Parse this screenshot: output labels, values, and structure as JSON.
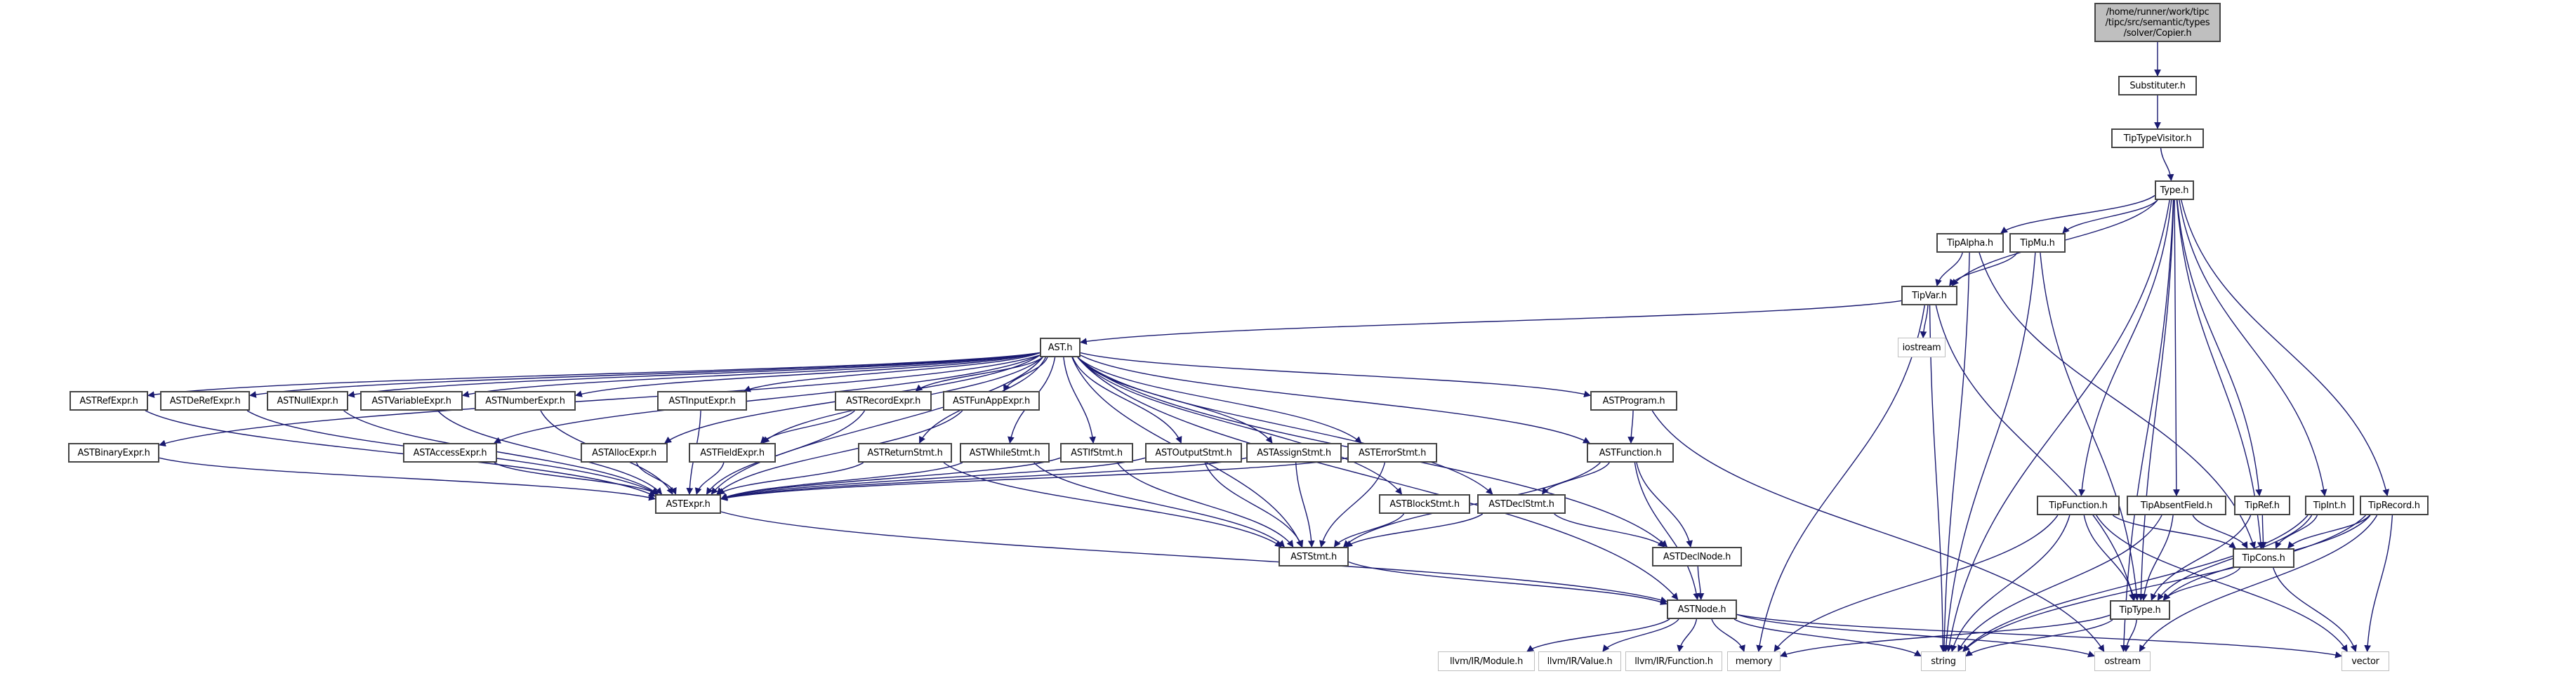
{
  "graph": {
    "title": "Include dependency graph",
    "colors": {
      "edge": "#191970",
      "node_border": "#404040",
      "root_fill": "#bfbfbf",
      "external_border": "#bfbfbf"
    },
    "nodes": [
      {
        "id": "copier",
        "label": "/home/runner/work/tipc\n/tipc/src/semantic/types\n/solver/Copier.h",
        "kind": "root"
      },
      {
        "id": "substituter",
        "label": "Substituter.h",
        "kind": "file"
      },
      {
        "id": "tiptypevisitor",
        "label": "TipTypeVisitor.h",
        "kind": "file"
      },
      {
        "id": "type",
        "label": "Type.h",
        "kind": "file"
      },
      {
        "id": "tipalpha",
        "label": "TipAlpha.h",
        "kind": "file"
      },
      {
        "id": "tipmu",
        "label": "TipMu.h",
        "kind": "file"
      },
      {
        "id": "tipvar",
        "label": "TipVar.h",
        "kind": "file"
      },
      {
        "id": "iostream",
        "label": "iostream",
        "kind": "external"
      },
      {
        "id": "ast",
        "label": "AST.h",
        "kind": "file"
      },
      {
        "id": "astrefexpr",
        "label": "ASTRefExpr.h",
        "kind": "file"
      },
      {
        "id": "astderefexpr",
        "label": "ASTDeRefExpr.h",
        "kind": "file"
      },
      {
        "id": "astnullexpr",
        "label": "ASTNullExpr.h",
        "kind": "file"
      },
      {
        "id": "astvariableexpr",
        "label": "ASTVariableExpr.h",
        "kind": "file"
      },
      {
        "id": "astnumberexpr",
        "label": "ASTNumberExpr.h",
        "kind": "file"
      },
      {
        "id": "astinputexpr",
        "label": "ASTInputExpr.h",
        "kind": "file"
      },
      {
        "id": "astrecordexpr",
        "label": "ASTRecordExpr.h",
        "kind": "file"
      },
      {
        "id": "astfunappexpr",
        "label": "ASTFunAppExpr.h",
        "kind": "file"
      },
      {
        "id": "astprogram",
        "label": "ASTProgram.h",
        "kind": "file"
      },
      {
        "id": "astbinaryexpr",
        "label": "ASTBinaryExpr.h",
        "kind": "file"
      },
      {
        "id": "astaccessexpr",
        "label": "ASTAccessExpr.h",
        "kind": "file"
      },
      {
        "id": "astallocexpr",
        "label": "ASTAllocExpr.h",
        "kind": "file"
      },
      {
        "id": "astfieldexpr",
        "label": "ASTFieldExpr.h",
        "kind": "file"
      },
      {
        "id": "astreturnstmt",
        "label": "ASTReturnStmt.h",
        "kind": "file"
      },
      {
        "id": "astwhilestmt",
        "label": "ASTWhileStmt.h",
        "kind": "file"
      },
      {
        "id": "astifstmt",
        "label": "ASTIfStmt.h",
        "kind": "file"
      },
      {
        "id": "astoutputstmt",
        "label": "ASTOutputStmt.h",
        "kind": "file"
      },
      {
        "id": "astassignstmt",
        "label": "ASTAssignStmt.h",
        "kind": "file"
      },
      {
        "id": "asterrorstmt",
        "label": "ASTErrorStmt.h",
        "kind": "file"
      },
      {
        "id": "astfunction",
        "label": "ASTFunction.h",
        "kind": "file"
      },
      {
        "id": "astexpr",
        "label": "ASTExpr.h",
        "kind": "file"
      },
      {
        "id": "astblockstmt",
        "label": "ASTBlockStmt.h",
        "kind": "file"
      },
      {
        "id": "astdeclstmt",
        "label": "ASTDeclStmt.h",
        "kind": "file"
      },
      {
        "id": "aststmt",
        "label": "ASTStmt.h",
        "kind": "file"
      },
      {
        "id": "astdeclnode",
        "label": "ASTDeclNode.h",
        "kind": "file"
      },
      {
        "id": "astnode",
        "label": "ASTNode.h",
        "kind": "file"
      },
      {
        "id": "tipfunction",
        "label": "TipFunction.h",
        "kind": "file"
      },
      {
        "id": "tipabsentfield",
        "label": "TipAbsentField.h",
        "kind": "file"
      },
      {
        "id": "tipref",
        "label": "TipRef.h",
        "kind": "file"
      },
      {
        "id": "tipint",
        "label": "TipInt.h",
        "kind": "file"
      },
      {
        "id": "tiprecord",
        "label": "TipRecord.h",
        "kind": "file"
      },
      {
        "id": "tipcons",
        "label": "TipCons.h",
        "kind": "file"
      },
      {
        "id": "tiptype",
        "label": "TipType.h",
        "kind": "file"
      },
      {
        "id": "llvm_module",
        "label": "llvm/IR/Module.h",
        "kind": "external"
      },
      {
        "id": "llvm_value",
        "label": "llvm/IR/Value.h",
        "kind": "external"
      },
      {
        "id": "llvm_function",
        "label": "llvm/IR/Function.h",
        "kind": "external"
      },
      {
        "id": "memory",
        "label": "memory",
        "kind": "external"
      },
      {
        "id": "string",
        "label": "string",
        "kind": "external"
      },
      {
        "id": "ostream",
        "label": "ostream",
        "kind": "external"
      },
      {
        "id": "vector",
        "label": "vector",
        "kind": "external"
      }
    ],
    "edges": [
      [
        "copier",
        "substituter"
      ],
      [
        "substituter",
        "tiptypevisitor"
      ],
      [
        "tiptypevisitor",
        "type"
      ],
      [
        "type",
        "tipalpha"
      ],
      [
        "type",
        "tipmu"
      ],
      [
        "type",
        "tipvar"
      ],
      [
        "type",
        "tipfunction"
      ],
      [
        "type",
        "tipabsentfield"
      ],
      [
        "type",
        "tipref"
      ],
      [
        "type",
        "tipint"
      ],
      [
        "type",
        "tiprecord"
      ],
      [
        "type",
        "tiptype"
      ],
      [
        "type",
        "string"
      ],
      [
        "type",
        "ostream"
      ],
      [
        "type",
        "tipcons"
      ],
      [
        "tipalpha",
        "tipvar"
      ],
      [
        "tipalpha",
        "string"
      ],
      [
        "tipalpha",
        "tipcons"
      ],
      [
        "tipmu",
        "tipvar"
      ],
      [
        "tipmu",
        "tiptype"
      ],
      [
        "tipmu",
        "string"
      ],
      [
        "tipvar",
        "ast"
      ],
      [
        "tipvar",
        "iostream"
      ],
      [
        "tipvar",
        "string"
      ],
      [
        "tipvar",
        "tiptype"
      ],
      [
        "tipvar",
        "memory"
      ],
      [
        "ast",
        "astrefexpr"
      ],
      [
        "ast",
        "astderefexpr"
      ],
      [
        "ast",
        "astnullexpr"
      ],
      [
        "ast",
        "astvariableexpr"
      ],
      [
        "ast",
        "astnumberexpr"
      ],
      [
        "ast",
        "astinputexpr"
      ],
      [
        "ast",
        "astrecordexpr"
      ],
      [
        "ast",
        "astfunappexpr"
      ],
      [
        "ast",
        "astprogram"
      ],
      [
        "ast",
        "astbinaryexpr"
      ],
      [
        "ast",
        "astaccessexpr"
      ],
      [
        "ast",
        "astallocexpr"
      ],
      [
        "ast",
        "astfieldexpr"
      ],
      [
        "ast",
        "astreturnstmt"
      ],
      [
        "ast",
        "astwhilestmt"
      ],
      [
        "ast",
        "astifstmt"
      ],
      [
        "ast",
        "astoutputstmt"
      ],
      [
        "ast",
        "astassignstmt"
      ],
      [
        "ast",
        "asterrorstmt"
      ],
      [
        "ast",
        "astfunction"
      ],
      [
        "ast",
        "astblockstmt"
      ],
      [
        "ast",
        "astdeclstmt"
      ],
      [
        "ast",
        "astdeclnode"
      ],
      [
        "ast",
        "astnode"
      ],
      [
        "ast",
        "astexpr"
      ],
      [
        "ast",
        "aststmt"
      ],
      [
        "astrefexpr",
        "astexpr"
      ],
      [
        "astderefexpr",
        "astexpr"
      ],
      [
        "astnullexpr",
        "astexpr"
      ],
      [
        "astvariableexpr",
        "astexpr"
      ],
      [
        "astnumberexpr",
        "astexpr"
      ],
      [
        "astinputexpr",
        "astexpr"
      ],
      [
        "astrecordexpr",
        "astexpr"
      ],
      [
        "astrecordexpr",
        "astfieldexpr"
      ],
      [
        "astfunappexpr",
        "astexpr"
      ],
      [
        "astbinaryexpr",
        "astexpr"
      ],
      [
        "astaccessexpr",
        "astexpr"
      ],
      [
        "astallocexpr",
        "astexpr"
      ],
      [
        "astfieldexpr",
        "astexpr"
      ],
      [
        "astreturnstmt",
        "astexpr"
      ],
      [
        "astreturnstmt",
        "aststmt"
      ],
      [
        "astwhilestmt",
        "astexpr"
      ],
      [
        "astwhilestmt",
        "aststmt"
      ],
      [
        "astifstmt",
        "astexpr"
      ],
      [
        "astifstmt",
        "aststmt"
      ],
      [
        "astoutputstmt",
        "astexpr"
      ],
      [
        "astoutputstmt",
        "aststmt"
      ],
      [
        "astassignstmt",
        "astexpr"
      ],
      [
        "astassignstmt",
        "aststmt"
      ],
      [
        "asterrorstmt",
        "astexpr"
      ],
      [
        "asterrorstmt",
        "aststmt"
      ],
      [
        "astprogram",
        "astfunction"
      ],
      [
        "astprogram",
        "ostream"
      ],
      [
        "astfunction",
        "astdeclstmt"
      ],
      [
        "astfunction",
        "aststmt"
      ],
      [
        "astfunction",
        "astdeclnode"
      ],
      [
        "astfunction",
        "astnode"
      ],
      [
        "astblockstmt",
        "aststmt"
      ],
      [
        "astdeclstmt",
        "aststmt"
      ],
      [
        "astdeclstmt",
        "astdeclnode"
      ],
      [
        "astexpr",
        "astnode"
      ],
      [
        "aststmt",
        "astnode"
      ],
      [
        "astdeclnode",
        "astnode"
      ],
      [
        "astnode",
        "llvm_module"
      ],
      [
        "astnode",
        "llvm_value"
      ],
      [
        "astnode",
        "llvm_function"
      ],
      [
        "astnode",
        "memory"
      ],
      [
        "astnode",
        "string"
      ],
      [
        "astnode",
        "ostream"
      ],
      [
        "astnode",
        "vector"
      ],
      [
        "tipfunction",
        "tipcons"
      ],
      [
        "tipfunction",
        "tiptype"
      ],
      [
        "tipfunction",
        "string"
      ],
      [
        "tipfunction",
        "vector"
      ],
      [
        "tipfunction",
        "memory"
      ],
      [
        "tipabsentfield",
        "tipcons"
      ],
      [
        "tipabsentfield",
        "tiptype"
      ],
      [
        "tipabsentfield",
        "string"
      ],
      [
        "tipref",
        "tipcons"
      ],
      [
        "tipref",
        "tiptype"
      ],
      [
        "tipint",
        "tipcons"
      ],
      [
        "tipint",
        "tiptype"
      ],
      [
        "tipint",
        "string"
      ],
      [
        "tiprecord",
        "tipcons"
      ],
      [
        "tiprecord",
        "tiptype"
      ],
      [
        "tiprecord",
        "string"
      ],
      [
        "tiprecord",
        "ostream"
      ],
      [
        "tiprecord",
        "vector"
      ],
      [
        "tipcons",
        "tiptype"
      ],
      [
        "tipcons",
        "vector"
      ],
      [
        "tiptype",
        "ostream"
      ],
      [
        "tiptype",
        "memory"
      ],
      [
        "tiptype",
        "string"
      ]
    ]
  }
}
